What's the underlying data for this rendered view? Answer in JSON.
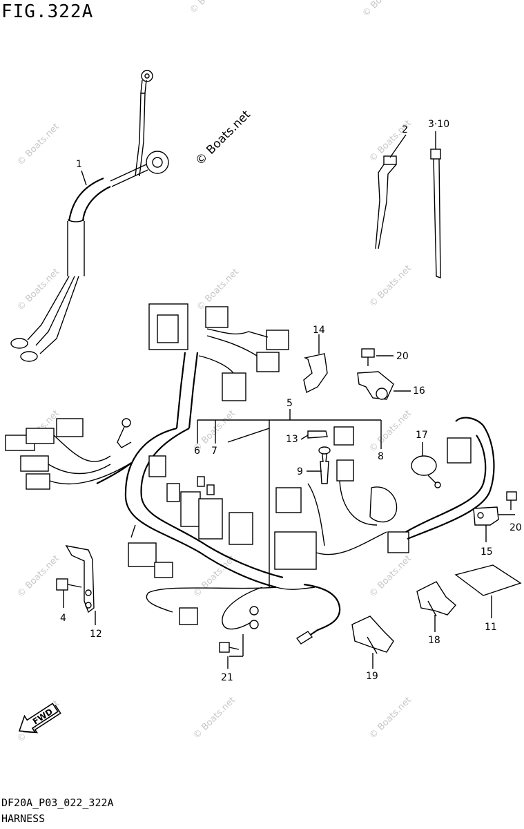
{
  "title": "FIG.322A",
  "footer": {
    "code": "DF20A_P03_022_322A",
    "name": "HARNESS"
  },
  "watermark": "© Boats.net",
  "fwd_label": "FWD",
  "callouts": [
    "1",
    "2",
    "3·10",
    "14",
    "20",
    "16",
    "5",
    "13",
    "6",
    "7",
    "8",
    "9",
    "17",
    "20",
    "15",
    "11",
    "18",
    "19",
    "4",
    "12",
    "21"
  ]
}
